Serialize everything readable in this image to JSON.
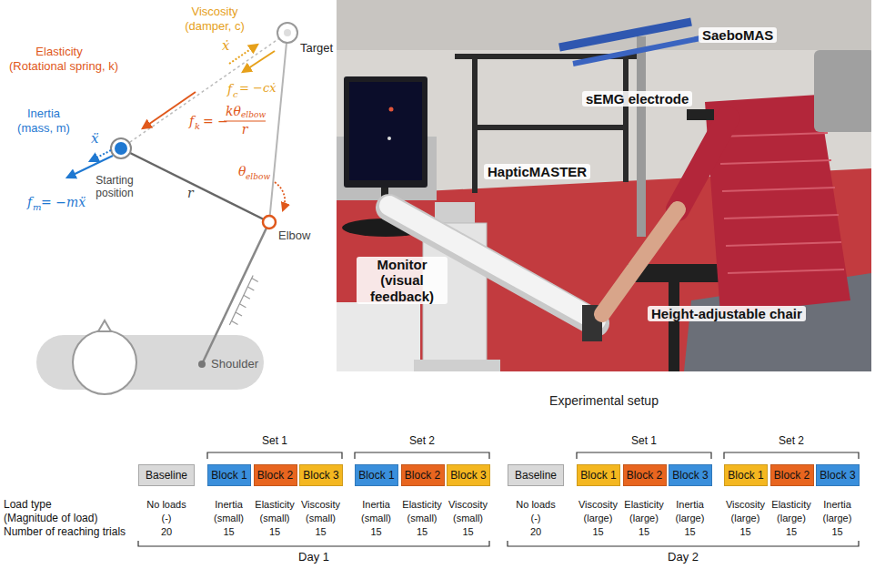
{
  "diagram": {
    "nodes": [
      {
        "text": [
          "Baseline"
        ]
      },
      {
        "text": [
          "Block 1"
        ]
      },
      {
        "text": [
          "Block 2"
        ]
      },
      {
        "text": [
          "Block 3"
        ]
      },
      {
        "text": [
          "Block 1"
        ]
      },
      {
        "text": [
          "Block 2"
        ]
      },
      {
        "text": [
          "Block 3"
        ]
      },
      {
        "text": [
          "Baseline"
        ]
      },
      {
        "text": [
          "Block 1"
        ]
      },
      {
        "text": [
          "Block 2"
        ]
      },
      {
        "text": [
          "Block 3"
        ]
      },
      {
        "text": [
          "Block 1"
        ]
      },
      {
        "text": [
          "Block 2"
        ]
      },
      {
        "text": [
          "Block 3"
        ]
      }
    ],
    "labels": [
      "Viscosity",
      "(damper, c)",
      "ẋ",
      "Target",
      "f",
      "c",
      "= −cẋ",
      "Elasticity",
      "(Rotational spring, k)",
      "f",
      "k",
      "= −",
      "kθ",
      "elbow",
      "r",
      "Inertia",
      "(mass, m)",
      "ẍ",
      "θ",
      "elbow",
      "Starting position",
      "r",
      "f",
      "m",
      "= −mẍ",
      "Elbow",
      "Shoulder",
      "SaeboMAS",
      "sEMG electrode",
      "HapticMASTER",
      "Monitor (visual feedback)",
      "Height-adjustable chair",
      "Experimental setup",
      "Set 1",
      "Set 2",
      "Set 1",
      "Set 2",
      "Load type",
      "(Magnitude of load)",
      "Number of reaching trials",
      "No loads",
      "(-)",
      "20",
      "Inertia",
      "(small)",
      "15",
      "Elasticity",
      "(small)",
      "15",
      "Viscosity",
      "(small)",
      "15",
      "Inertia",
      "(small)",
      "15",
      "Elasticity",
      "(small)",
      "15",
      "Viscosity",
      "(small)",
      "15",
      "No loads",
      "(-)",
      "20",
      "Viscosity",
      "(large)",
      "15",
      "Elasticity",
      "(large)",
      "15",
      "Inertia",
      "(large)",
      "15",
      "Viscosity",
      "(large)",
      "15",
      "Elasticity",
      "(large)",
      "15",
      "Inertia",
      "(large)",
      "15",
      "Day 1",
      "Day 2"
    ]
  }
}
